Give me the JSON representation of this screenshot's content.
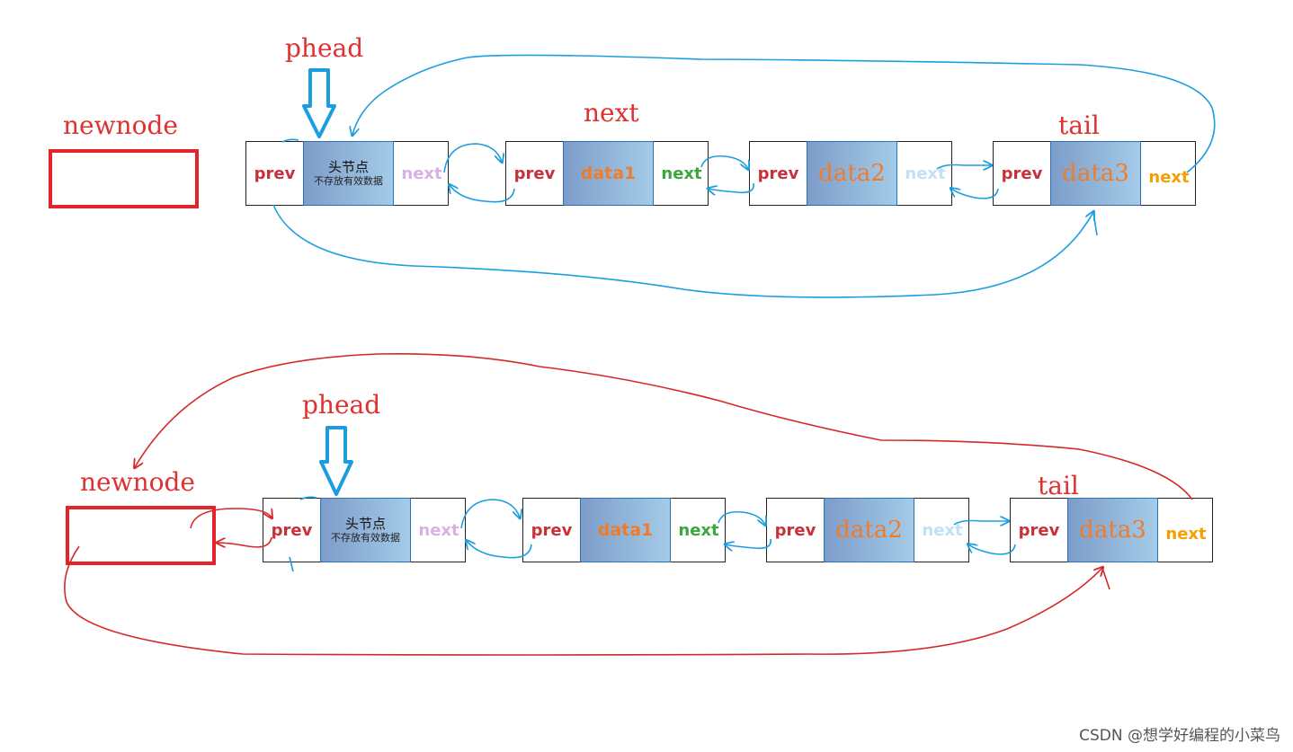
{
  "labels": {
    "newnode": "newnode",
    "phead": "phead",
    "next": "next",
    "tail": "tail"
  },
  "node": {
    "prev": "prev",
    "next": "next",
    "head_main": "头节点",
    "head_sub": "不存放有效数据",
    "data1": "data1",
    "data2": "data2",
    "data3": "data3"
  },
  "colors": {
    "blue_arrow": "#1a9ee0",
    "red_arrow": "#d62828",
    "next_head": "#d9b0e6",
    "next_data1": "#3aa83a",
    "next_data2": "#bfe1f5",
    "next_data3": "#f5a000"
  },
  "watermark": "CSDN @想学好编程的小菜鸟"
}
